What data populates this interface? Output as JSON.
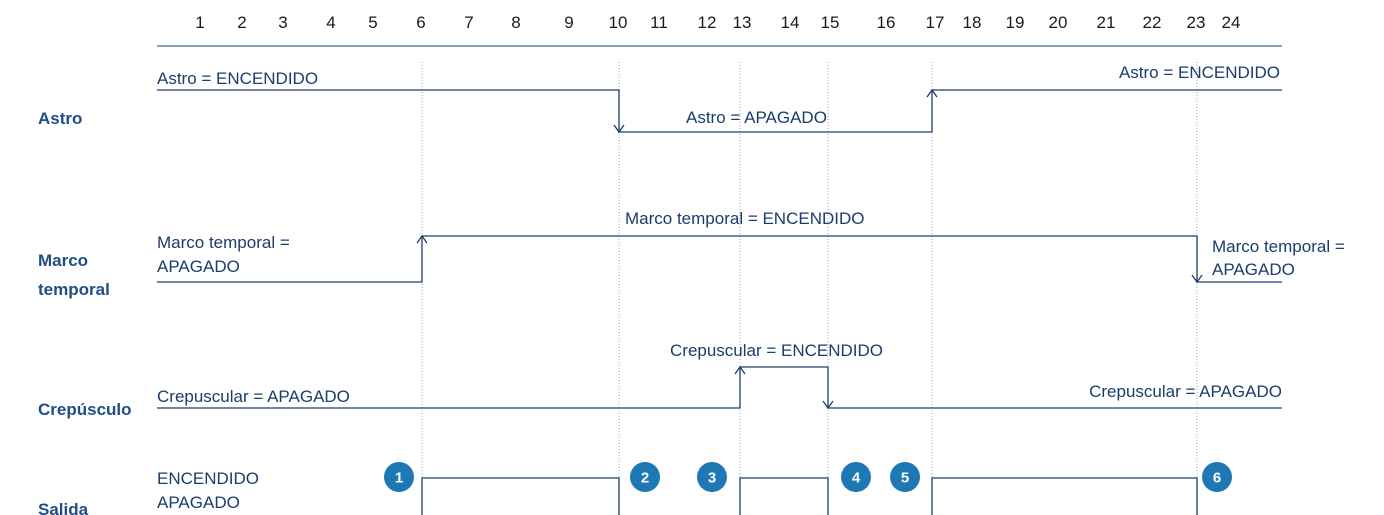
{
  "hours": [
    "1",
    "2",
    "3",
    "4",
    "5",
    "6",
    "7",
    "8",
    "9",
    "10",
    "11",
    "12",
    "13",
    "14",
    "15",
    "16",
    "17",
    "18",
    "19",
    "20",
    "21",
    "22",
    "23",
    "24"
  ],
  "rows": {
    "astro": "Astro",
    "marco_1": "Marco",
    "marco_2": "temporal",
    "crepusculo": "Crepúsculo",
    "salida": "Salida"
  },
  "astro": {
    "on_left": "Astro = ENCENDIDO",
    "off_mid": "Astro = APAGADO",
    "on_right": "Astro = ENCENDIDO"
  },
  "marco": {
    "off_left_1": "Marco temporal =",
    "off_left_2": "APAGADO",
    "on_mid": "Marco temporal = ENCENDIDO",
    "off_right_1": "Marco temporal =",
    "off_right_2": "APAGADO"
  },
  "crepuscular": {
    "off_left": "Crepuscular = APAGADO",
    "on_mid": "Crepuscular = ENCENDIDO",
    "off_right": "Crepuscular = APAGADO"
  },
  "salida": {
    "on": "ENCENDIDO",
    "off": "APAGADO"
  },
  "events": [
    "1",
    "2",
    "3",
    "4",
    "5",
    "6"
  ]
}
